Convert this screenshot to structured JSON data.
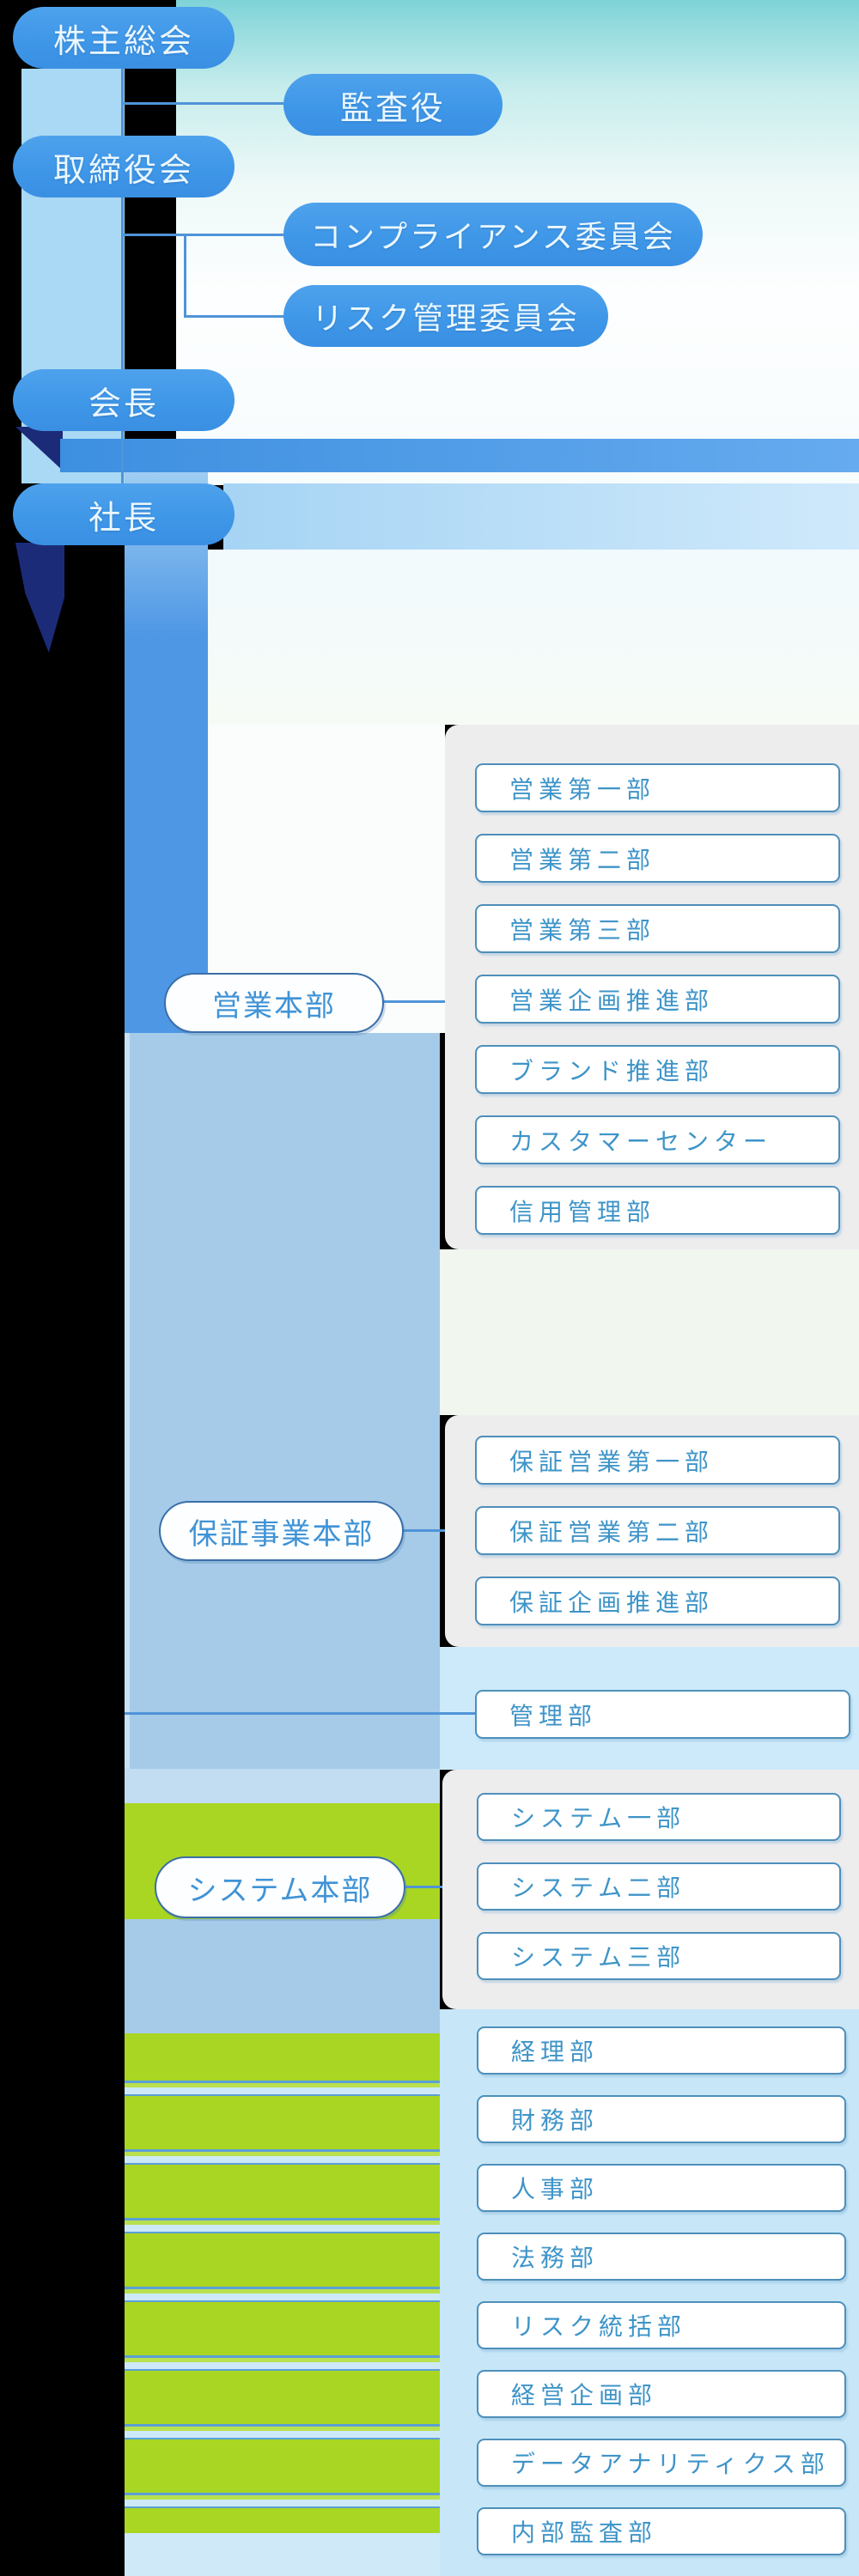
{
  "nodes": {
    "shareholders": "株主総会",
    "auditors": "監査役",
    "board": "取締役会",
    "compliance_committee": "コンプライアンス委員会",
    "risk_committee": "リスク管理委員会",
    "chairman": "会長",
    "president": "社長",
    "admin": "管理部"
  },
  "divisions": [
    {
      "label": "営業本部",
      "departments": [
        "営業第一部",
        "営業第二部",
        "営業第三部",
        "営業企画推進部",
        "ブランド推進部",
        "カスタマーセンター",
        "信用管理部"
      ]
    },
    {
      "label": "保証事業本部",
      "departments": [
        "保証営業第一部",
        "保証営業第二部",
        "保証企画推進部"
      ]
    },
    {
      "label": "システム本部",
      "departments": [
        "システム一部",
        "システム二部",
        "システム三部"
      ]
    }
  ],
  "corporate_departments": [
    "経理部",
    "財務部",
    "人事部",
    "法務部",
    "リスク統括部",
    "経営企画部",
    "データアナリティクス部",
    "内部監査部"
  ],
  "colors": {
    "node-blue": "#3f97e8",
    "node-text": "#eaf7ff",
    "pill-border": "#3a6fa8",
    "pill-text": "#3f93d6",
    "box-border": "#4e8fba",
    "box-text": "#3e94c8",
    "panel-gray": "#ededee",
    "trunk-blue": "#4e97e5",
    "band-blue": "#4390e4",
    "light-panel-blue": "#a5cbe9",
    "connector-blue": "#4f94d8",
    "column-fill": "#a9d9f4",
    "sky-band": "#a6d4f4",
    "boxes-bg-blue": "#c7e7f8",
    "admin-bg-blue": "#cdeafa",
    "green": "#a9d622",
    "navy": "#1c2b78",
    "gap-bg": "#f1f6ee",
    "bottom-strip": "#cfe9f8"
  }
}
